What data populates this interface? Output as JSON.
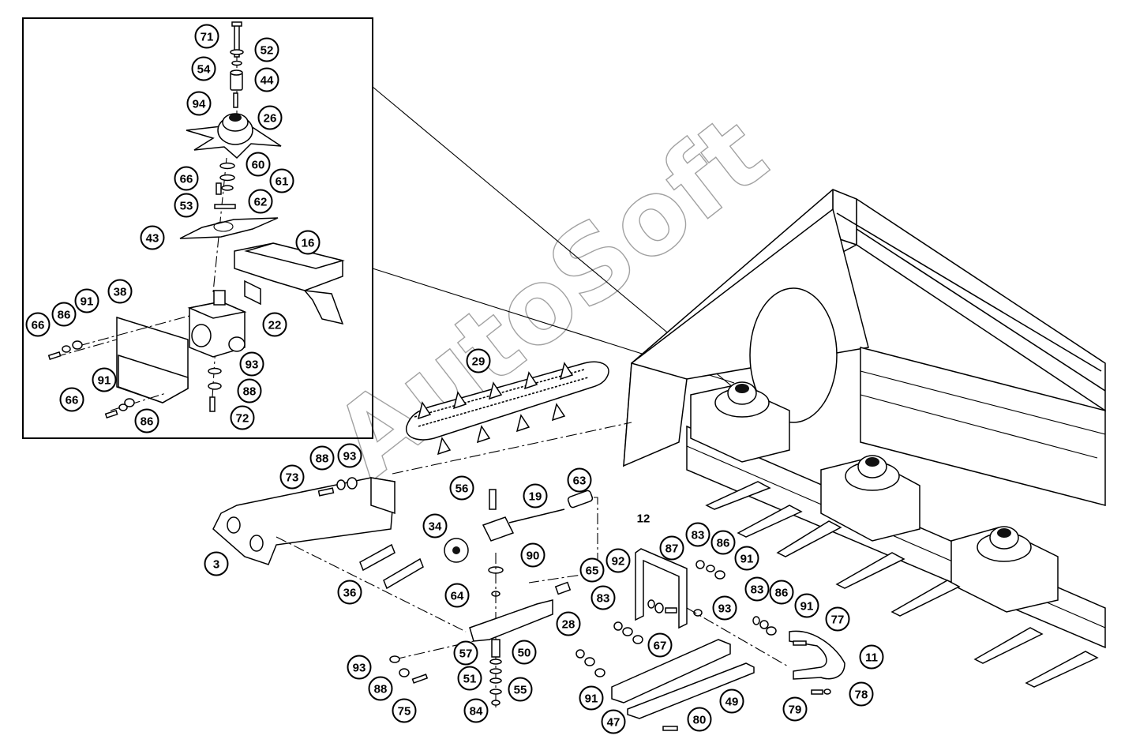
{
  "watermark": "AutoSoft",
  "callouts": [
    {
      "label": "71"
    },
    {
      "label": "52"
    },
    {
      "label": "54"
    },
    {
      "label": "44"
    },
    {
      "label": "94"
    },
    {
      "label": "26"
    },
    {
      "label": "60"
    },
    {
      "label": "66"
    },
    {
      "label": "61"
    },
    {
      "label": "62"
    },
    {
      "label": "53"
    },
    {
      "label": "43"
    },
    {
      "label": "16"
    },
    {
      "label": "38"
    },
    {
      "label": "66"
    },
    {
      "label": "86"
    },
    {
      "label": "91"
    },
    {
      "label": "22"
    },
    {
      "label": "93"
    },
    {
      "label": "88"
    },
    {
      "label": "91"
    },
    {
      "label": "66"
    },
    {
      "label": "86"
    },
    {
      "label": "72"
    },
    {
      "label": "29"
    },
    {
      "label": "88"
    },
    {
      "label": "93"
    },
    {
      "label": "73"
    },
    {
      "label": "56"
    },
    {
      "label": "19"
    },
    {
      "label": "63"
    },
    {
      "label": "34"
    },
    {
      "label": "3"
    },
    {
      "label": "90"
    },
    {
      "label": "36"
    },
    {
      "label": "64"
    },
    {
      "label": "65"
    },
    {
      "label": "92"
    },
    {
      "label": "87"
    },
    {
      "label": "83"
    },
    {
      "label": "86"
    },
    {
      "label": "91"
    },
    {
      "label": "83"
    },
    {
      "label": "86"
    },
    {
      "label": "91"
    },
    {
      "label": "93"
    },
    {
      "label": "28"
    },
    {
      "label": "67"
    },
    {
      "label": "77"
    },
    {
      "label": "57"
    },
    {
      "label": "50"
    },
    {
      "label": "93"
    },
    {
      "label": "51"
    },
    {
      "label": "88"
    },
    {
      "label": "55"
    },
    {
      "label": "75"
    },
    {
      "label": "84"
    },
    {
      "label": "11"
    },
    {
      "label": "91"
    },
    {
      "label": "47"
    },
    {
      "label": "49"
    },
    {
      "label": "78"
    },
    {
      "label": "79"
    },
    {
      "label": "80"
    },
    {
      "label": "83"
    }
  ],
  "plain_labels": [
    {
      "label": "12"
    }
  ]
}
